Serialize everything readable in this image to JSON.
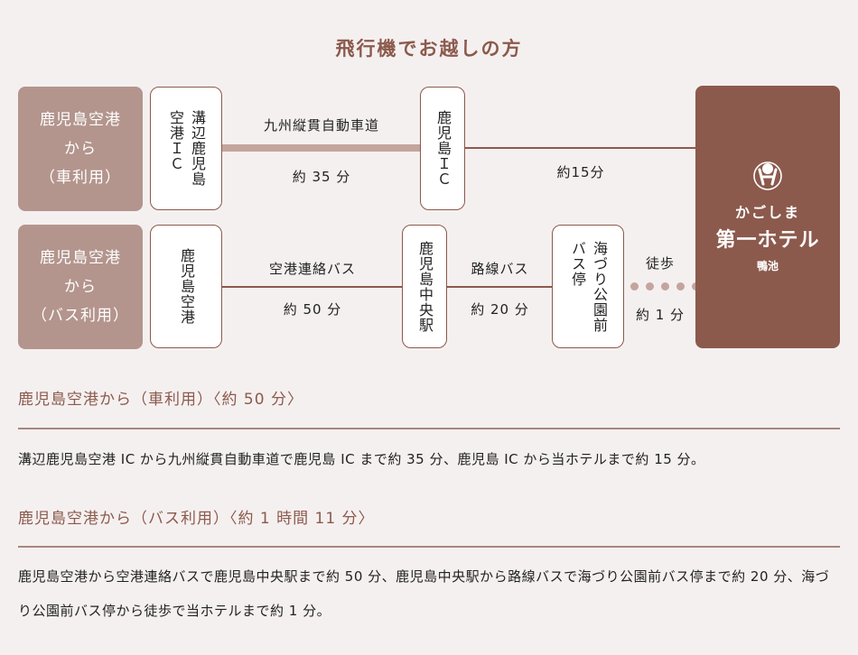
{
  "title": "飛行機でお越しの方",
  "car_route": {
    "origin": [
      "鹿児島空港",
      "から",
      "（車利用）"
    ],
    "start_node": [
      "空港ＩＣ",
      "溝辺鹿児島"
    ],
    "segment1": {
      "name": "九州縦貫自動車道",
      "time": "約 35 分"
    },
    "mid_node": "鹿児島ＩＣ",
    "segment2": {
      "time": "約15分"
    }
  },
  "bus_route": {
    "origin": [
      "鹿児島空港",
      "から",
      "（バス利用）"
    ],
    "start_node": "鹿児島空港",
    "segment1": {
      "name": "空港連絡バス",
      "time": "約 50 分"
    },
    "mid_node": "鹿児島中央駅",
    "segment2": {
      "name": "路線バス",
      "time": "約 20 分"
    },
    "stop_node": [
      "バス停",
      "海づり公園前"
    ],
    "segment3": {
      "name": "徒歩",
      "time": "約 1 分"
    }
  },
  "hotel": {
    "line1": "かごしま",
    "line2": "第一ホテル",
    "line3": "鴨池"
  },
  "sections": [
    {
      "heading": "鹿児島空港から（車利用）〈約 50 分〉",
      "body": "溝辺鹿児島空港 IC から九州縦貫自動車道で鹿児島 IC まで約 35 分、鹿児島 IC から当ホテルまで約 15 分。"
    },
    {
      "heading": "鹿児島空港から（バス利用）〈約 1 時間 11 分〉",
      "body": "鹿児島空港から空港連絡バスで鹿児島中央駅まで約 50 分、鹿児島中央駅から路線バスで海づり公園前バス停まで約 20 分、海づり公園前バス停から徒歩で当ホテルまで約 1 分。"
    }
  ],
  "colors": {
    "accent": "#8b5a4c",
    "origin_bg": "#b3958d",
    "page_bg": "#f5f0f0",
    "highway": "#c4a59d"
  }
}
